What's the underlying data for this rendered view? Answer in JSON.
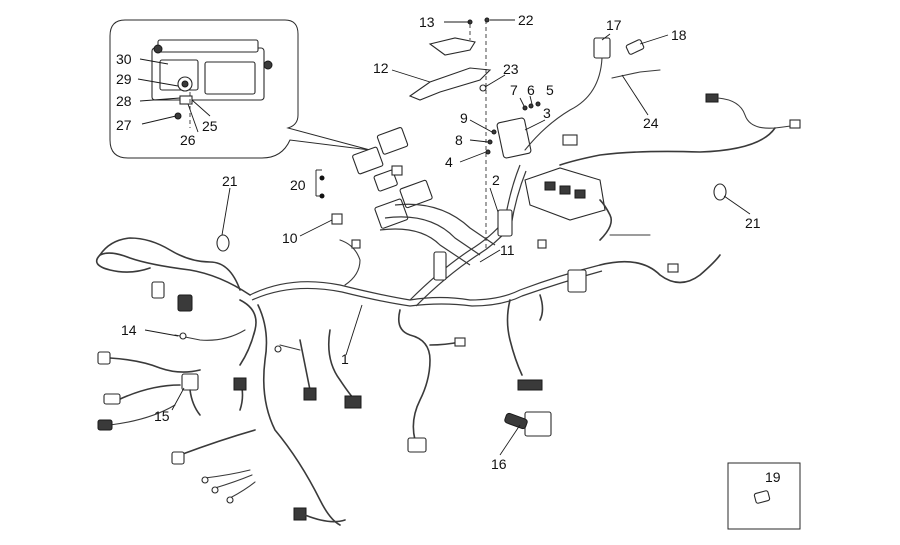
{
  "callouts": [
    {
      "id": "c1",
      "text": "1"
    },
    {
      "id": "c2",
      "text": "2"
    },
    {
      "id": "c3",
      "text": "3"
    },
    {
      "id": "c4",
      "text": "4"
    },
    {
      "id": "c5",
      "text": "5"
    },
    {
      "id": "c6",
      "text": "6"
    },
    {
      "id": "c7",
      "text": "7"
    },
    {
      "id": "c8",
      "text": "8"
    },
    {
      "id": "c9",
      "text": "9"
    },
    {
      "id": "c10",
      "text": "10"
    },
    {
      "id": "c11",
      "text": "11"
    },
    {
      "id": "c12",
      "text": "12"
    },
    {
      "id": "c13",
      "text": "13"
    },
    {
      "id": "c14",
      "text": "14"
    },
    {
      "id": "c15",
      "text": "15"
    },
    {
      "id": "c16",
      "text": "16"
    },
    {
      "id": "c17",
      "text": "17"
    },
    {
      "id": "c18",
      "text": "18"
    },
    {
      "id": "c19",
      "text": "19"
    },
    {
      "id": "c20",
      "text": "20"
    },
    {
      "id": "c21a",
      "text": "21"
    },
    {
      "id": "c21b",
      "text": "21"
    },
    {
      "id": "c22",
      "text": "22"
    },
    {
      "id": "c23",
      "text": "23"
    },
    {
      "id": "c24",
      "text": "24"
    },
    {
      "id": "c25",
      "text": "25"
    },
    {
      "id": "c26",
      "text": "26"
    },
    {
      "id": "c27",
      "text": "27"
    },
    {
      "id": "c28",
      "text": "28"
    },
    {
      "id": "c29",
      "text": "29"
    },
    {
      "id": "c30",
      "text": "30"
    }
  ]
}
